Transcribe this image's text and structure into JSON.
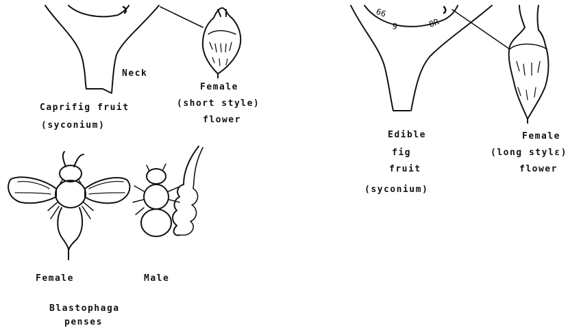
{
  "colors": {
    "ink": "#111111",
    "background": "#ffffff"
  },
  "labels": {
    "neck": "Neck",
    "caprifig_line1": "Caprifig  fruit",
    "caprifig_line2": "(syconium)",
    "female_short_line1": "Female",
    "female_short_line2": "(short style)",
    "female_short_line3": "flower",
    "edible_line1": "Edible",
    "edible_line2": "fig",
    "edible_line3": "fruit",
    "edible_line4": "(syconium)",
    "female_long_line1": "Female",
    "female_long_line2": "(long stylε)",
    "female_long_line3": "flower",
    "wasp_female": "Female",
    "wasp_male": "Male",
    "species_line1": "Blastophaga",
    "species_line2": "penses"
  }
}
